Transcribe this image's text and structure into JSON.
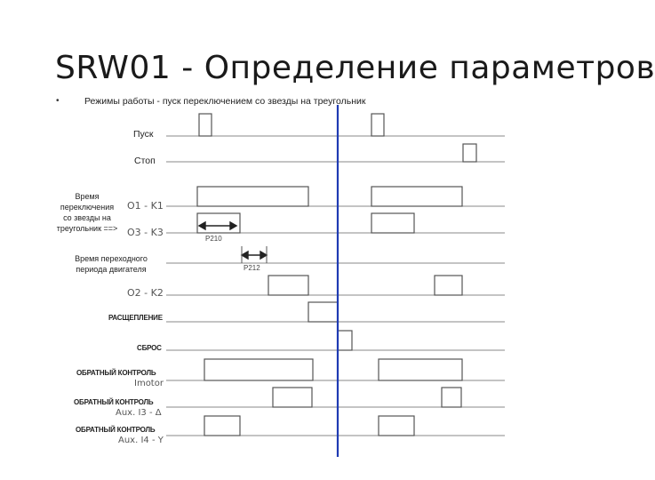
{
  "slide": {
    "title": "SRW01 - Определение параметров",
    "bullet": "•",
    "subtitle": "Режимы работы - пуск переключением со звезды на треугольник"
  },
  "labels": {
    "pusk": "Пуск",
    "stop": "Стоп",
    "switch_time": "Время\nпереключения\nсо звезды на\nтреугольник ==>",
    "transition_time": "Время переходного\nпериода двигателя",
    "o1k1": "O1 - K1",
    "o3k3": "O3 - K3",
    "o2k2": "O2 - K2",
    "p210": "P210",
    "p212": "P212",
    "split": "РАСЩЕПЛЕНИЕ",
    "reset": "СБРОС",
    "fb1_title": "ОБРАТНЫЙ КОНТРОЛЬ",
    "fb1_sub": "Imotor",
    "fb2_title": "ОБРАТНЫЙ КОНТРОЛЬ",
    "fb2_sub": "Aux. I3 - Δ",
    "fb3_title": "ОБРАТНЫЙ КОНТРОЛЬ",
    "fb3_sub": "Aux. I4 - Y"
  },
  "colors": {
    "signal": "#5a5a5a",
    "baseline": "#888888",
    "marker": "#1f3bb3"
  }
}
